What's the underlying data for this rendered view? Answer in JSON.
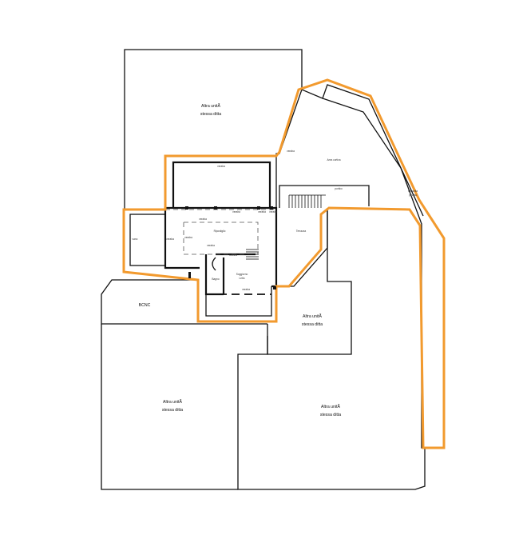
{
  "colors": {
    "boundary": "#f29a2e",
    "walls": "#111111",
    "background": "#ffffff"
  },
  "labels": {
    "altra_top": [
      "Altra unitÃ",
      "stessa ditta"
    ],
    "altra_mid": [
      "Altra unitÃ",
      "stessa ditta"
    ],
    "altra_bottom_left": [
      "Altra unitÃ",
      "stessa ditta"
    ],
    "altra_bottom_right": [
      "Altra unitÃ",
      "stessa ditta"
    ],
    "bcnc": "BCNC",
    "area_cortiva": "Area cortiva",
    "terrazza": "Terrazza",
    "ripostiglio": "Ripostiglio",
    "cucina": "Cucina",
    "soggiorno": [
      "Soggiorno",
      "Letto"
    ],
    "bagno": "Bagno",
    "stradella": [
      "stradella",
      "privata"
    ],
    "portico": "portico",
    "small_notes": {
      "n1": "veraba",
      "n2": "veraba",
      "n3": "veraba",
      "n4": "veraba",
      "n5": "veraba",
      "n6": "veraba",
      "n7": "veraba",
      "n8": "veraba",
      "n9": "veraba",
      "n10": "vano",
      "n11": "veraba"
    }
  }
}
